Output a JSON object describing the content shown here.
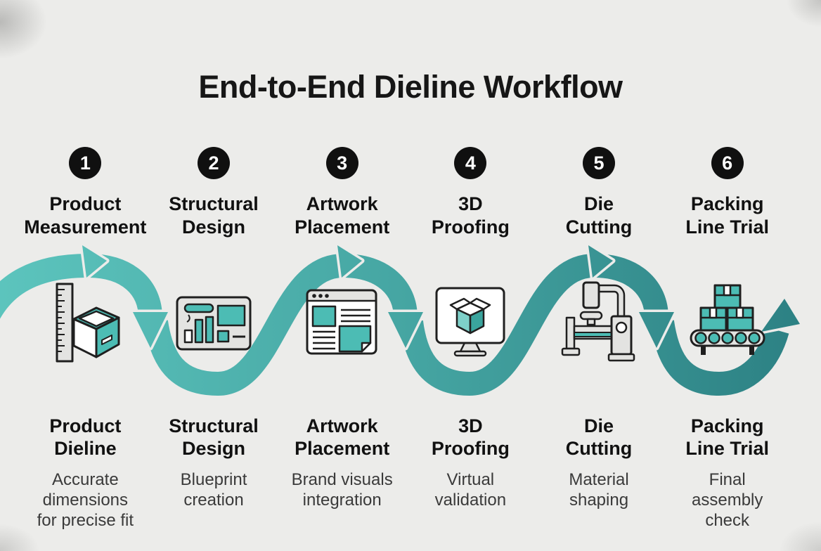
{
  "title": "End-to-End Dieline Workflow",
  "colors": {
    "background": "#ececea",
    "title_text": "#161616",
    "step_text": "#111111",
    "desc_text": "#3a3a3a",
    "badge_bg": "#101010",
    "badge_text": "#ffffff",
    "wave_start": "#5cc4bd",
    "wave_mid": "#45a5a2",
    "wave_end": "#2b7f82",
    "icon_teal": "#4cbcb4",
    "icon_teal_light": "#7ed0c9",
    "icon_teal_dark": "#3aa49d",
    "icon_gray": "#e3e3e1",
    "icon_outline": "#1f1f1f"
  },
  "steps": [
    {
      "number": "1",
      "label": "Product\nMeasurement",
      "icon": "ruler-box-icon",
      "detail_title": "Product\nDieline",
      "detail_desc": "Accurate\ndimensions\nfor precise fit"
    },
    {
      "number": "2",
      "label": "Structural\nDesign",
      "icon": "blueprint-panel-icon",
      "detail_title": "Structural\nDesign",
      "detail_desc": "Blueprint\ncreation"
    },
    {
      "number": "3",
      "label": "Artwork\nPlacement",
      "icon": "browser-artwork-icon",
      "detail_title": "Artwork\nPlacement",
      "detail_desc": "Brand visuals\nintegration"
    },
    {
      "number": "4",
      "label": "3D\nProofing",
      "icon": "monitor-3d-box-icon",
      "detail_title": "3D\nProofing",
      "detail_desc": "Virtual\nvalidation"
    },
    {
      "number": "5",
      "label": "Die\nCutting",
      "icon": "die-cutting-machine-icon",
      "detail_title": "Die\nCutting",
      "detail_desc": "Material\nshaping"
    },
    {
      "number": "6",
      "label": "Packing\nLine Trial",
      "icon": "conveyor-boxes-icon",
      "detail_title": "Packing\nLine Trial",
      "detail_desc": "Final\nassembly\ncheck"
    }
  ]
}
